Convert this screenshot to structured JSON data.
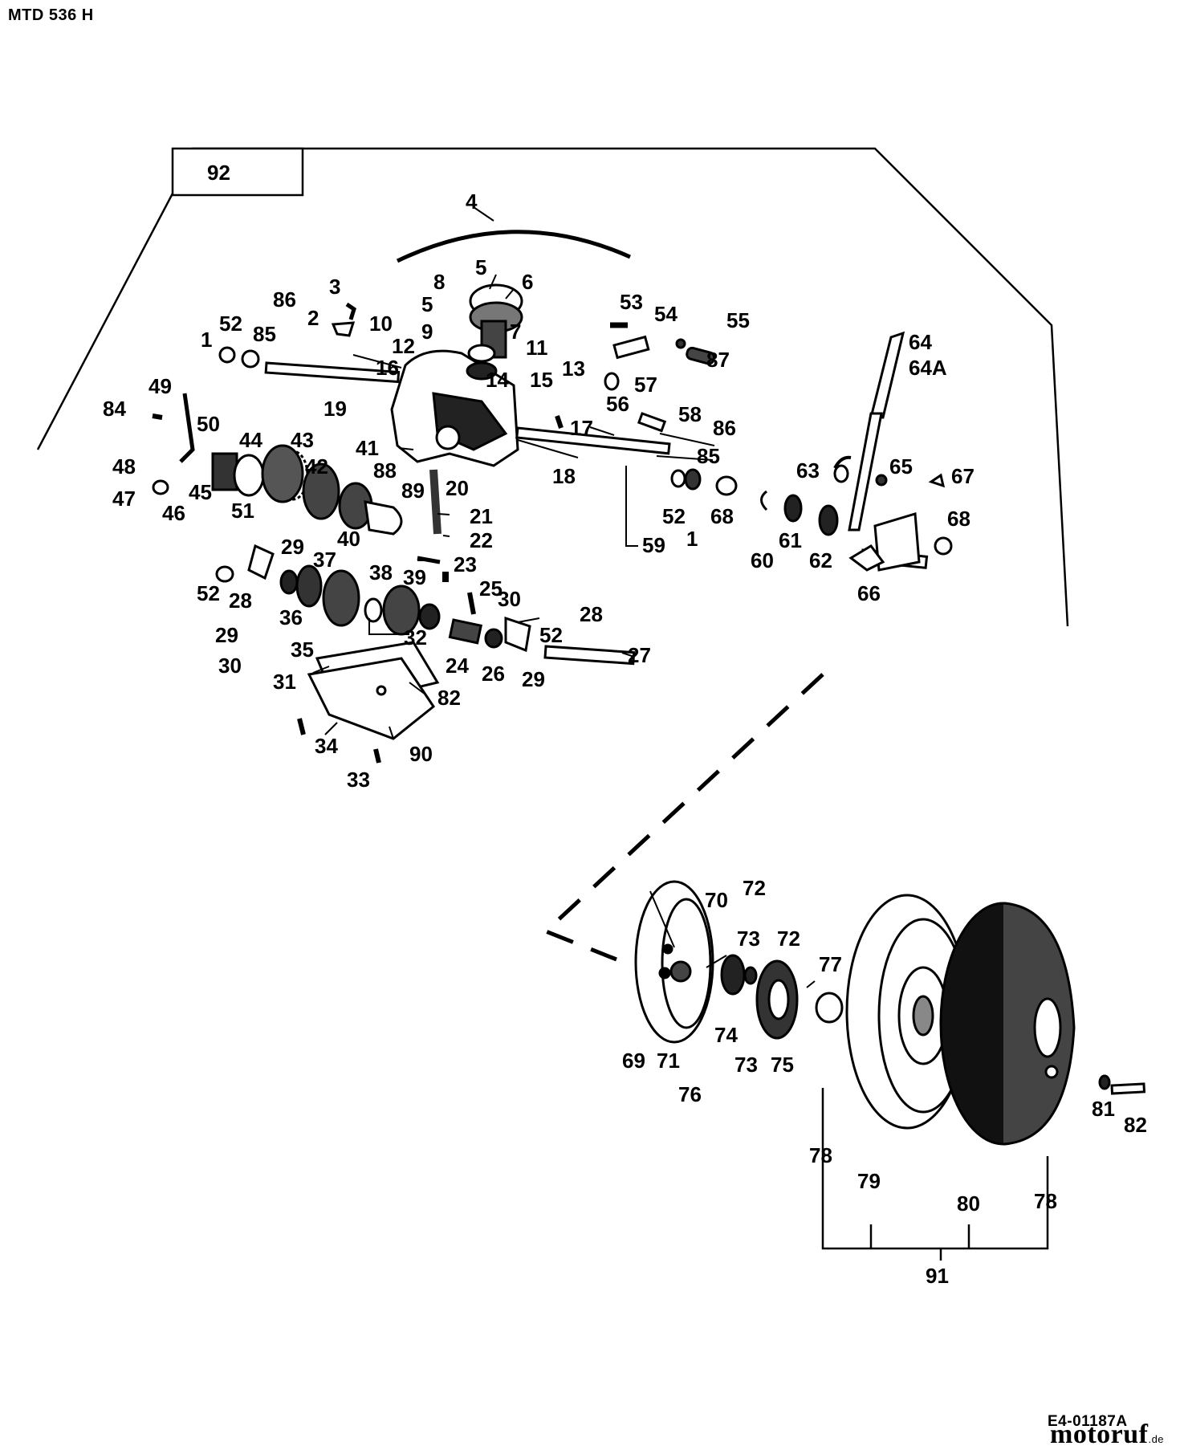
{
  "header": {
    "model": "MTD 536 H"
  },
  "footer": {
    "drawing_code": "E4-01187A",
    "logo_main": "motoruf",
    "logo_suffix": ".de"
  },
  "callouts": [
    {
      "id": "1",
      "t": "1"
    },
    {
      "id": "1b",
      "t": "1"
    },
    {
      "id": "2",
      "t": "2"
    },
    {
      "id": "3",
      "t": "3"
    },
    {
      "id": "4",
      "t": "4"
    },
    {
      "id": "5a",
      "t": "5"
    },
    {
      "id": "5b",
      "t": "5"
    },
    {
      "id": "6",
      "t": "6"
    },
    {
      "id": "7",
      "t": "7"
    },
    {
      "id": "8",
      "t": "8"
    },
    {
      "id": "9",
      "t": "9"
    },
    {
      "id": "10",
      "t": "10"
    },
    {
      "id": "11",
      "t": "11"
    },
    {
      "id": "12",
      "t": "12"
    },
    {
      "id": "13",
      "t": "13"
    },
    {
      "id": "14",
      "t": "14"
    },
    {
      "id": "15",
      "t": "15"
    },
    {
      "id": "16",
      "t": "16"
    },
    {
      "id": "17",
      "t": "17"
    },
    {
      "id": "18",
      "t": "18"
    },
    {
      "id": "19",
      "t": "19"
    },
    {
      "id": "20",
      "t": "20"
    },
    {
      "id": "21",
      "t": "21"
    },
    {
      "id": "22",
      "t": "22"
    },
    {
      "id": "23",
      "t": "23"
    },
    {
      "id": "24",
      "t": "24"
    },
    {
      "id": "25",
      "t": "25"
    },
    {
      "id": "26",
      "t": "26"
    },
    {
      "id": "27",
      "t": "27"
    },
    {
      "id": "28a",
      "t": "28"
    },
    {
      "id": "28b",
      "t": "28"
    },
    {
      "id": "29a",
      "t": "29"
    },
    {
      "id": "29b",
      "t": "29"
    },
    {
      "id": "29c",
      "t": "29"
    },
    {
      "id": "30a",
      "t": "30"
    },
    {
      "id": "30b",
      "t": "30"
    },
    {
      "id": "31",
      "t": "31"
    },
    {
      "id": "32",
      "t": "32"
    },
    {
      "id": "33",
      "t": "33"
    },
    {
      "id": "34",
      "t": "34"
    },
    {
      "id": "35",
      "t": "35"
    },
    {
      "id": "36",
      "t": "36"
    },
    {
      "id": "37",
      "t": "37"
    },
    {
      "id": "38",
      "t": "38"
    },
    {
      "id": "39",
      "t": "39"
    },
    {
      "id": "40",
      "t": "40"
    },
    {
      "id": "41",
      "t": "41"
    },
    {
      "id": "42",
      "t": "42"
    },
    {
      "id": "43",
      "t": "43"
    },
    {
      "id": "44",
      "t": "44"
    },
    {
      "id": "45",
      "t": "45"
    },
    {
      "id": "46",
      "t": "46"
    },
    {
      "id": "47",
      "t": "47"
    },
    {
      "id": "48",
      "t": "48"
    },
    {
      "id": "49",
      "t": "49"
    },
    {
      "id": "50",
      "t": "50"
    },
    {
      "id": "51",
      "t": "51"
    },
    {
      "id": "52a",
      "t": "52"
    },
    {
      "id": "52b",
      "t": "52"
    },
    {
      "id": "52c",
      "t": "52"
    },
    {
      "id": "52d",
      "t": "52"
    },
    {
      "id": "53",
      "t": "53"
    },
    {
      "id": "54",
      "t": "54"
    },
    {
      "id": "55",
      "t": "55"
    },
    {
      "id": "56",
      "t": "56"
    },
    {
      "id": "57",
      "t": "57"
    },
    {
      "id": "58",
      "t": "58"
    },
    {
      "id": "59",
      "t": "59"
    },
    {
      "id": "60",
      "t": "60"
    },
    {
      "id": "61",
      "t": "61"
    },
    {
      "id": "62",
      "t": "62"
    },
    {
      "id": "63",
      "t": "63"
    },
    {
      "id": "64",
      "t": "64"
    },
    {
      "id": "64A",
      "t": "64A"
    },
    {
      "id": "65",
      "t": "65"
    },
    {
      "id": "66",
      "t": "66"
    },
    {
      "id": "67",
      "t": "67"
    },
    {
      "id": "68a",
      "t": "68"
    },
    {
      "id": "68b",
      "t": "68"
    },
    {
      "id": "69",
      "t": "69"
    },
    {
      "id": "70",
      "t": "70"
    },
    {
      "id": "71",
      "t": "71"
    },
    {
      "id": "72a",
      "t": "72"
    },
    {
      "id": "72b",
      "t": "72"
    },
    {
      "id": "73a",
      "t": "73"
    },
    {
      "id": "73b",
      "t": "73"
    },
    {
      "id": "74",
      "t": "74"
    },
    {
      "id": "75",
      "t": "75"
    },
    {
      "id": "76",
      "t": "76"
    },
    {
      "id": "77",
      "t": "77"
    },
    {
      "id": "78a",
      "t": "78"
    },
    {
      "id": "78b",
      "t": "78"
    },
    {
      "id": "79",
      "t": "79"
    },
    {
      "id": "80",
      "t": "80"
    },
    {
      "id": "81",
      "t": "81"
    },
    {
      "id": "82a",
      "t": "82"
    },
    {
      "id": "82b",
      "t": "82"
    },
    {
      "id": "84",
      "t": "84"
    },
    {
      "id": "85a",
      "t": "85"
    },
    {
      "id": "85b",
      "t": "85"
    },
    {
      "id": "86a",
      "t": "86"
    },
    {
      "id": "86b",
      "t": "86"
    },
    {
      "id": "87",
      "t": "87"
    },
    {
      "id": "88",
      "t": "88"
    },
    {
      "id": "89",
      "t": "89"
    },
    {
      "id": "90",
      "t": "90"
    },
    {
      "id": "91",
      "t": "91"
    },
    {
      "id": "92",
      "t": "92"
    }
  ]
}
